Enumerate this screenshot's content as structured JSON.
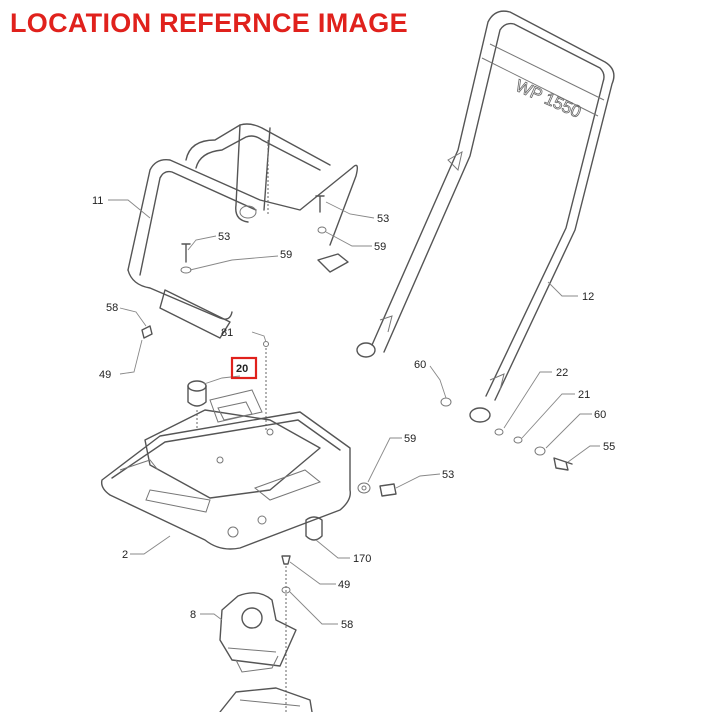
{
  "title": "LOCATION REFERNCE IMAGE",
  "handle_text": "WP 1550",
  "highlight_color": "#e0211c",
  "highlighted_part": "20",
  "callouts": [
    {
      "id": "11",
      "text": "11"
    },
    {
      "id": "53a",
      "text": "53"
    },
    {
      "id": "53b",
      "text": "53"
    },
    {
      "id": "59a",
      "text": "59"
    },
    {
      "id": "59b",
      "text": "59"
    },
    {
      "id": "58a",
      "text": "58"
    },
    {
      "id": "49a",
      "text": "49"
    },
    {
      "id": "81",
      "text": "81"
    },
    {
      "id": "20",
      "text": "20"
    },
    {
      "id": "12",
      "text": "12"
    },
    {
      "id": "60a",
      "text": "60"
    },
    {
      "id": "22",
      "text": "22"
    },
    {
      "id": "21",
      "text": "21"
    },
    {
      "id": "60b",
      "text": "60"
    },
    {
      "id": "55",
      "text": "55"
    },
    {
      "id": "59c",
      "text": "59"
    },
    {
      "id": "53c",
      "text": "53"
    },
    {
      "id": "2",
      "text": "2"
    },
    {
      "id": "170",
      "text": "170"
    },
    {
      "id": "49b",
      "text": "49"
    },
    {
      "id": "8",
      "text": "8"
    },
    {
      "id": "58b",
      "text": "58"
    }
  ]
}
